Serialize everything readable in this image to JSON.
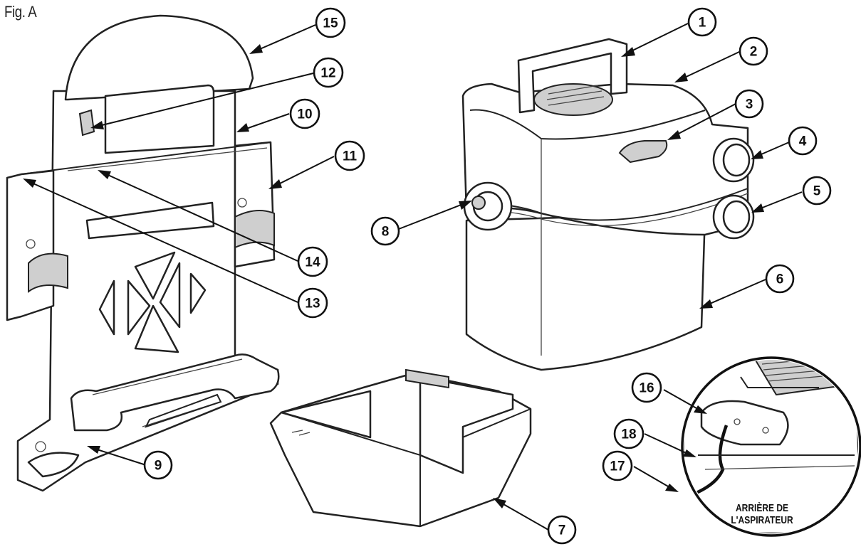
{
  "figure": {
    "title": "Fig. A",
    "callouts": [
      "1",
      "2",
      "3",
      "4",
      "5",
      "6",
      "7",
      "8",
      "9",
      "10",
      "11",
      "12",
      "13",
      "14",
      "15",
      "16",
      "17",
      "18"
    ],
    "inset_caption": [
      "ARRIÈRE DE",
      "L'ASPIRATEUR"
    ]
  }
}
